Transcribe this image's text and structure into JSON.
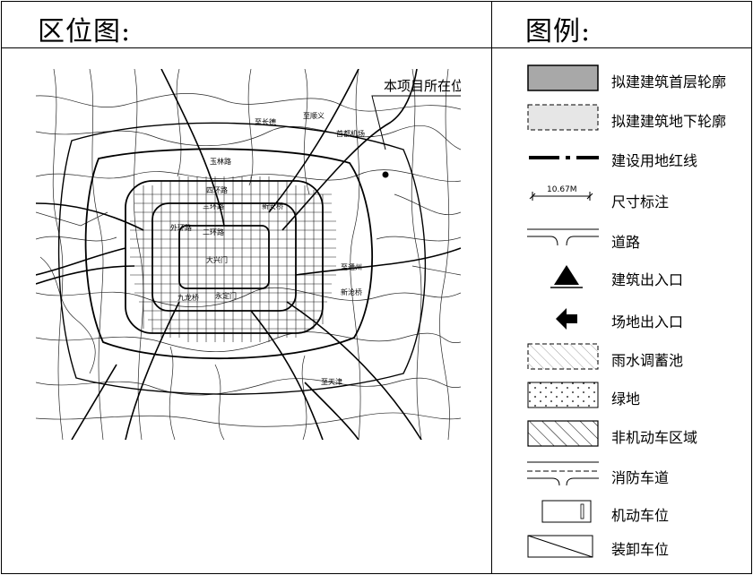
{
  "left_panel": {
    "title": "区位图:",
    "project_label": "本项目所在位置",
    "place_labels": [
      "至长德",
      "至顺义",
      "首都机场",
      "玉林路",
      "四环路",
      "三环路",
      "外环路",
      "二环路",
      "新安桥",
      "大兴门",
      "至通州",
      "新沧桥",
      "至天津",
      "九龙桥",
      "永定门"
    ]
  },
  "right_panel": {
    "title": "图例:",
    "legend": [
      {
        "icon": "solid-gray-box-icon",
        "label": "拟建建筑首层轮廓"
      },
      {
        "icon": "dashed-light-box-icon",
        "label": "拟建建筑地下轮廓"
      },
      {
        "icon": "red-line-dash-dot-icon",
        "label": "建设用地红线"
      },
      {
        "icon": "dimension-icon",
        "label": "尺寸标注",
        "dimension_text": "10.67M"
      },
      {
        "icon": "road-icon",
        "label": "道路"
      },
      {
        "icon": "triangle-icon",
        "label": "建筑出入口"
      },
      {
        "icon": "arrow-left-icon",
        "label": "场地出入口"
      },
      {
        "icon": "diagonal-hatch-light-icon",
        "label": "雨水调蓄池"
      },
      {
        "icon": "dotted-box-icon",
        "label": "绿地"
      },
      {
        "icon": "diagonal-hatch-icon",
        "label": "非机动车区域"
      },
      {
        "icon": "fire-lane-icon",
        "label": "消防车道"
      },
      {
        "icon": "parking-icon",
        "label": "机动车位"
      },
      {
        "icon": "loading-icon",
        "label": "装卸车位"
      }
    ]
  }
}
